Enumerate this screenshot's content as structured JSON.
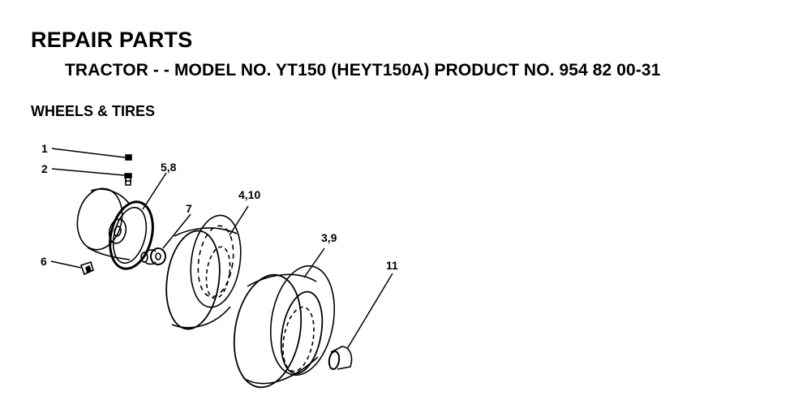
{
  "header": {
    "title": "REPAIR PARTS",
    "subtitle": "TRACTOR - - MODEL NO. YT150 (HEYT150A) PRODUCT NO. 954 82 00-31"
  },
  "section": {
    "title": "WHEELS & TIRES"
  },
  "callouts": {
    "c1": "1",
    "c2": "2",
    "c58": "5,8",
    "c7": "7",
    "c410": "4,10",
    "c39": "3,9",
    "c6": "6",
    "c11": "11"
  }
}
